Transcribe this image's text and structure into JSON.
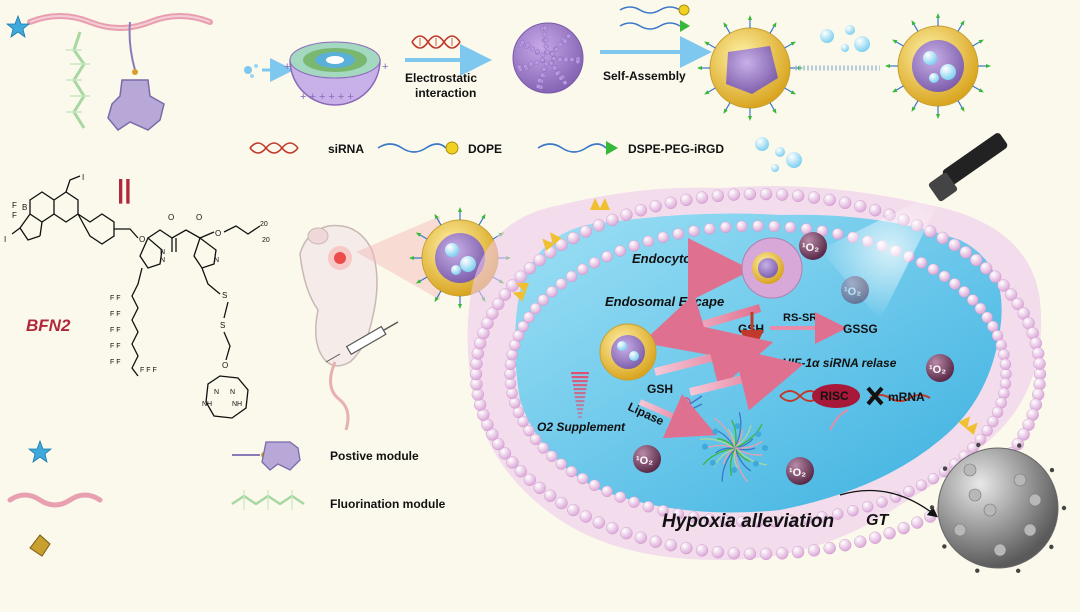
{
  "top_flow": {
    "step1_label_line1": "Electrostatic",
    "step1_label_line2": "interaction",
    "step2_label": "Self-Assembly"
  },
  "legend_top": {
    "sirna": "siRNA",
    "dope": "DOPE",
    "dspe": "DSPE-PEG-iRGD"
  },
  "molecule": {
    "name": "BFN2",
    "equals_symbol": "||"
  },
  "legend_left": {
    "positive": "Postive module",
    "fluorination": "Fluorination module"
  },
  "cell": {
    "endocytosis": "Endocytosis",
    "endosomal_escape": "Endosomal Escape",
    "gsh": "GSH",
    "rssr": "RS-SR",
    "gssg": "GSSG",
    "hif": "HIF-1α siRNA relase",
    "risc": "RISC",
    "mrna": "mRNA",
    "gsh2": "GSH",
    "lipase": "Lipase",
    "o2": "O2 Supplement",
    "singlet": "¹O₂",
    "hypoxia": "Hypoxia alleviation",
    "gt": "GT"
  },
  "colors": {
    "background": "#fbf9ec",
    "membrane_bead": "#e8b8e4",
    "cytoplasm": "#58c4e8",
    "nanoparticle_shell": "#f0c84a",
    "nanoparticle_core": "#9b7cc8",
    "sirna": "#c0392b",
    "arrow_pink": "#e88aa8",
    "peg_chain": "#e89aa8",
    "fluoro_chain": "#a8d8a0",
    "tumor_cell": "#9a9a9a"
  },
  "icons": [
    "star-icon",
    "flashlight-icon",
    "syringe-icon",
    "mouse-icon",
    "scissors-icon",
    "cross-icon",
    "diamond-icon"
  ]
}
